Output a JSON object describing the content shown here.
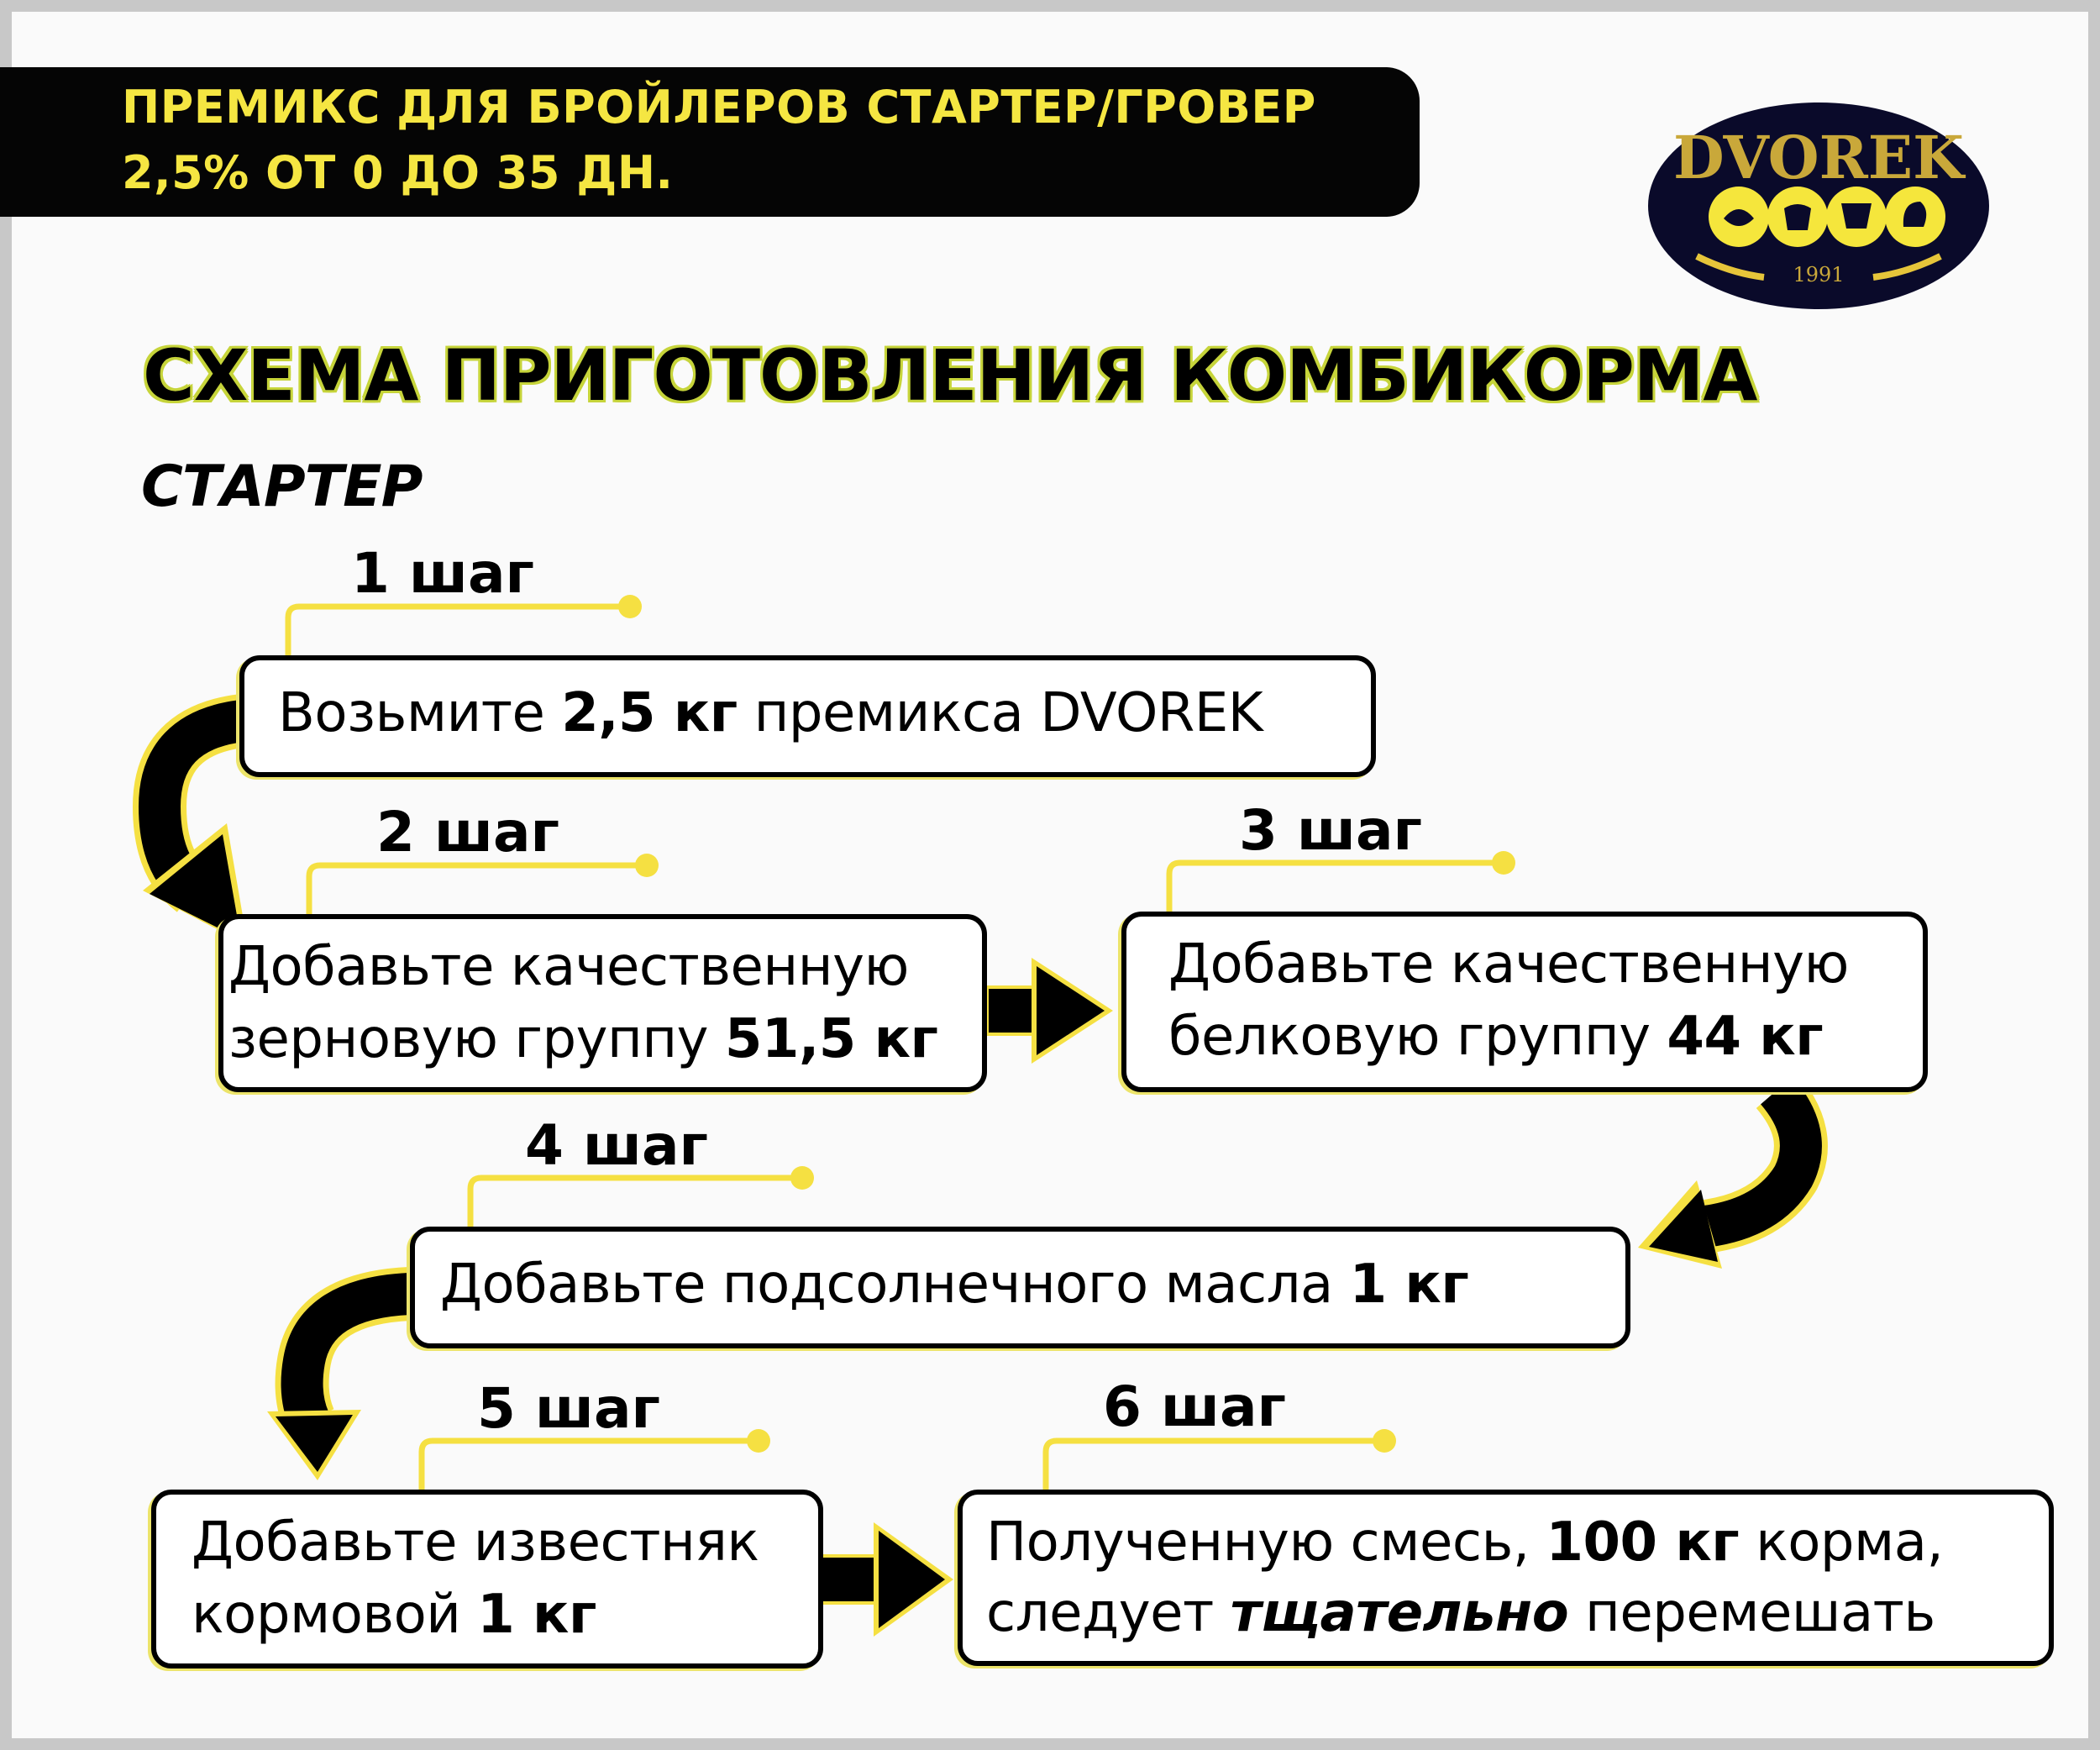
{
  "header": {
    "line1": "ПРЕМИКС ДЛЯ БРОЙЛЕРОВ СТАРТЕР/ГРОВЕР",
    "line2": "2,5% ОТ 0 ДО 35 ДН."
  },
  "logo": {
    "brand": "DVOREK",
    "year": "1991"
  },
  "title": "СХЕМА ПРИГОТОВЛЕНИЯ КОМБИКОРМА",
  "subtitle": "СТАРТЕР",
  "steps": [
    {
      "label": "1 шаг",
      "line1": {
        "a": "Возьмите ",
        "b": "2,5 кг",
        "c": " премикса DVOREK"
      }
    },
    {
      "label": "2 шаг",
      "line1": "Добавьте качественную",
      "line2": {
        "a": "зерновую группу ",
        "b": "51,5 кг"
      }
    },
    {
      "label": "3 шаг",
      "line1": "Добавьте качественную",
      "line2": {
        "a": "белковую группу ",
        "b": "44 кг"
      }
    },
    {
      "label": "4 шаг",
      "line1": {
        "a": "Добавьте подсолнечного масла ",
        "b": "1 кг"
      }
    },
    {
      "label": "5 шаг",
      "line1": "Добавьте известняк",
      "line2": {
        "a": "кормовой ",
        "b": "1 кг"
      }
    },
    {
      "label": "6 шаг",
      "line1": {
        "a": "Полученную смесь, ",
        "b": "100 кг",
        "c": " корма,"
      },
      "line2": {
        "a": "следует ",
        "b": "тщательно",
        "c": " перемешать"
      }
    }
  ]
}
